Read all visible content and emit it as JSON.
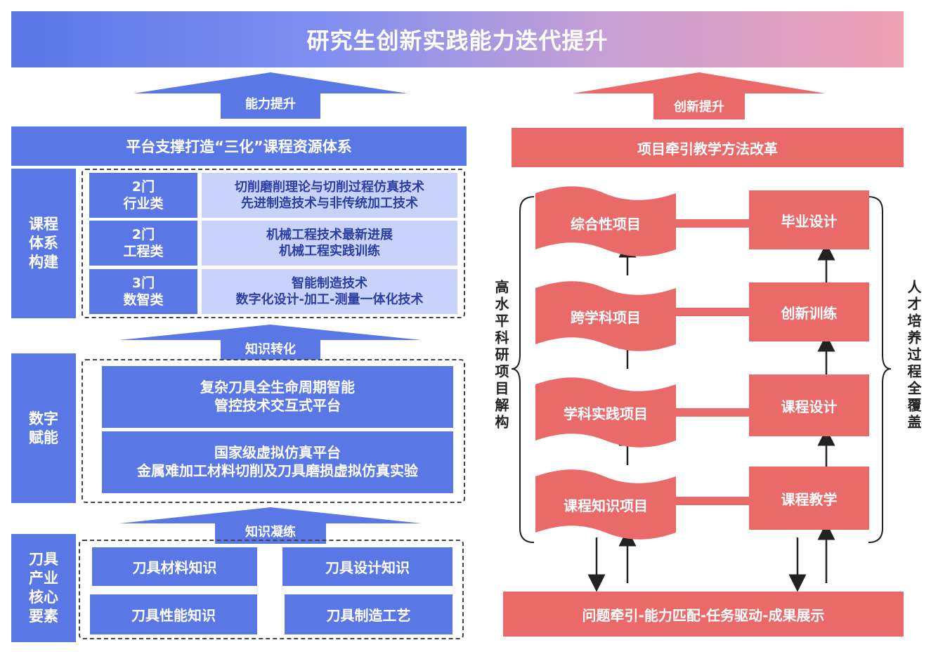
{
  "title": "研究生创新实践能力迭代提升",
  "colors": {
    "blue": "#5a77e6",
    "light_blue": "#c9d2fb",
    "red": "#ea6a6a",
    "title_gradient_end": "#f0a0b4"
  },
  "left": {
    "arrow_top_label": "能力提升",
    "platform_header": "平台支撑打造“三化”课程资源体系",
    "course_system_label": "课程\n体系\n构建",
    "courses": [
      {
        "category": "2门\n行业类",
        "content": "切削磨削理论与切削过程仿真技术\n先进制造技术与非传统加工技术"
      },
      {
        "category": "2门\n工程类",
        "content": "机械工程技术最新进展\n机械工程实践训练"
      },
      {
        "category": "3门\n数智类",
        "content": "智能制造技术\n数字化设计-加工-测量一体化技术"
      }
    ],
    "arrow_mid_label": "知识转化",
    "digital_label": "数字\n赋能",
    "platforms": [
      "复杂刀具全生命周期智能\n管控技术交互式平台",
      "国家级虚拟仿真平台\n金属难加工材料切削及刀具磨损虚拟仿真实验"
    ],
    "arrow_bottom_label": "知识凝练",
    "core_label": "刀具\n产业\n核心\n要素",
    "core_items": [
      "刀具材料知识",
      "刀具设计知识",
      "刀具性能知识",
      "刀具制造工艺"
    ]
  },
  "right": {
    "arrow_top_label": "创新提升",
    "method_header": "项目牵引教学方法改革",
    "left_brace_label": "高水平科研项目解构",
    "right_brace_label": "人才培养过程全覆盖",
    "projects": [
      "综合性项目",
      "跨学科项目",
      "学科实践项目",
      "课程知识项目"
    ],
    "stages": [
      "毕业设计",
      "创新训练",
      "课程设计",
      "课程教学"
    ],
    "bottom_bar": "问题牵引-能力匹配-任务驱动-成果展示"
  }
}
